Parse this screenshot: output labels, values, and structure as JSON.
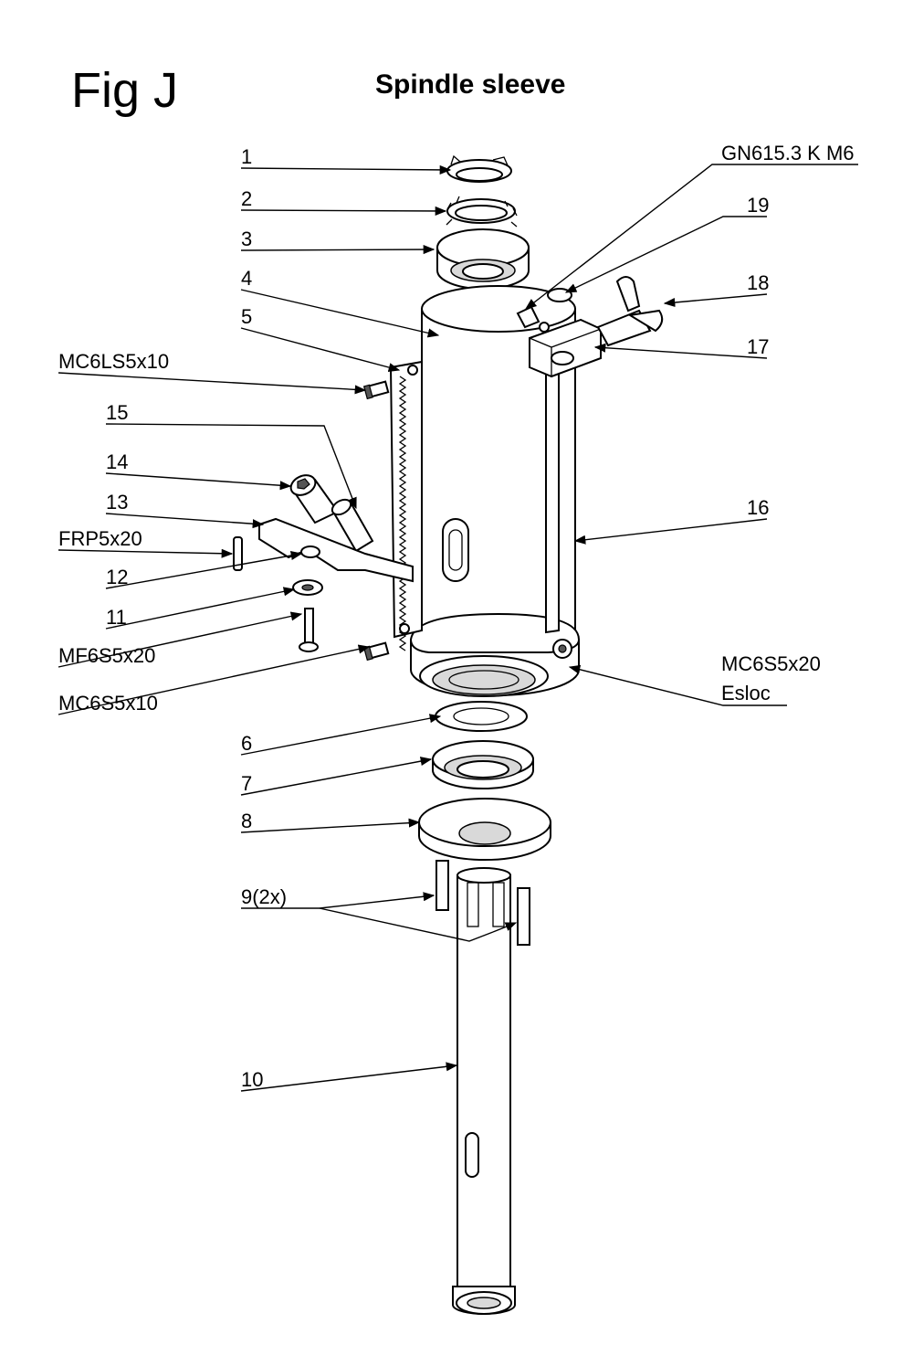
{
  "figure": {
    "label": "Fig J",
    "title": "Spindle sleeve"
  },
  "callouts": {
    "c1": "1",
    "c2": "2",
    "c3": "3",
    "c4": "4",
    "c5": "5",
    "c6": "6",
    "c7": "7",
    "c8": "8",
    "c9": "9(2x)",
    "c10": "10",
    "c11": "11",
    "c12": "12",
    "c13": "13",
    "c14": "14",
    "c15": "15",
    "c16": "16",
    "c17": "17",
    "c18": "18",
    "c19": "19",
    "gn615": "GN615.3  K  M6",
    "mc6ls5x10": "MC6LS5x10",
    "frp5x20": "FRP5x20",
    "mf6s5x20": "MF6S5x20",
    "mc6s5x10": "MC6S5x10",
    "mc6s5x20": "MC6S5x20",
    "esloc": "Esloc"
  }
}
